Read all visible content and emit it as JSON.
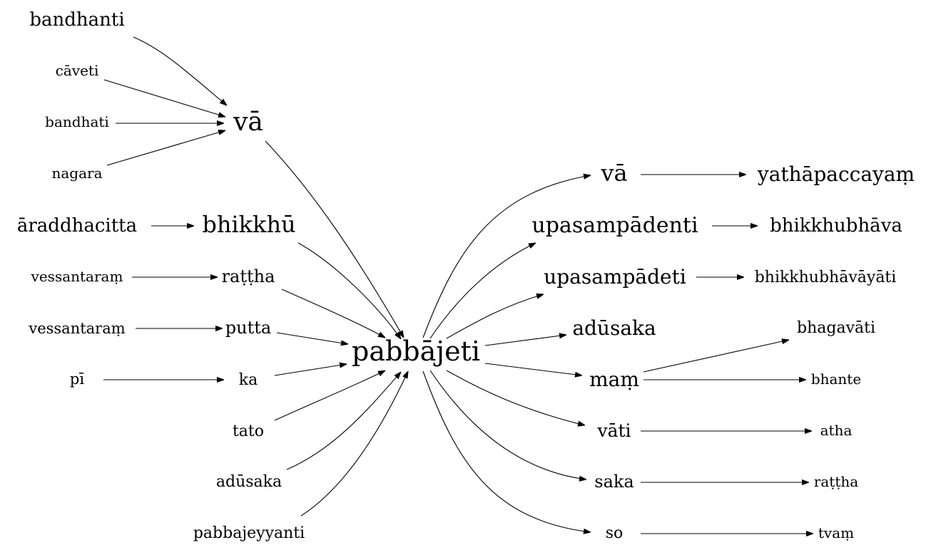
{
  "graph": {
    "root": "pabbājeti",
    "nodes": {
      "bandhanti": "bandhanti",
      "caveti": "cāveti",
      "bandhati": "bandhati",
      "nagara": "nagara",
      "va_left": "vā",
      "araddhacitta": "āraddhacitta",
      "bhikkhu": "bhikkhū",
      "vessantaram_1": "vessantaraṃ",
      "rattha_left": "raṭṭha",
      "vessantaram_2": "vessantaraṃ",
      "putta": "putta",
      "pi": "pī",
      "ka": "ka",
      "tato": "tato",
      "adusaka_left": "adūsaka",
      "pabbajeyyanti": "pabbajeyyanti",
      "pabbajeti": "pabbājeti",
      "va_right": "vā",
      "yathapaccayam": "yathāpaccayaṃ",
      "upasampadenti": "upasampādenti",
      "bhikkhubhava": "bhikkhubhāva",
      "upasampadeti": "upasampādeti",
      "bhikkhubhavayati": "bhikkhubhāvāyāti",
      "adusaka_right": "adūsaka",
      "mam": "maṃ",
      "bhagavati": "bhagavāti",
      "bhante": "bhante",
      "vati": "vāti",
      "atha": "atha",
      "saka": "saka",
      "rattha_right": "raṭṭha",
      "so": "so",
      "tvam": "tvaṃ"
    },
    "edges": [
      [
        "bandhanti",
        "va_left"
      ],
      [
        "caveti",
        "va_left"
      ],
      [
        "bandhati",
        "va_left"
      ],
      [
        "nagara",
        "va_left"
      ],
      [
        "va_left",
        "pabbajeti"
      ],
      [
        "araddhacitta",
        "bhikkhu"
      ],
      [
        "bhikkhu",
        "pabbajeti"
      ],
      [
        "vessantaram_1",
        "rattha_left"
      ],
      [
        "rattha_left",
        "pabbajeti"
      ],
      [
        "vessantaram_2",
        "putta"
      ],
      [
        "putta",
        "pabbajeti"
      ],
      [
        "pi",
        "ka"
      ],
      [
        "ka",
        "pabbajeti"
      ],
      [
        "tato",
        "pabbajeti"
      ],
      [
        "adusaka_left",
        "pabbajeti"
      ],
      [
        "pabbajeyyanti",
        "pabbajeti"
      ],
      [
        "pabbajeti",
        "va_right"
      ],
      [
        "va_right",
        "yathapaccayam"
      ],
      [
        "pabbajeti",
        "upasampadenti"
      ],
      [
        "upasampadenti",
        "bhikkhubhava"
      ],
      [
        "pabbajeti",
        "upasampadeti"
      ],
      [
        "upasampadeti",
        "bhikkhubhavayati"
      ],
      [
        "pabbajeti",
        "adusaka_right"
      ],
      [
        "pabbajeti",
        "mam"
      ],
      [
        "mam",
        "bhagavati"
      ],
      [
        "mam",
        "bhante"
      ],
      [
        "pabbajeti",
        "vati"
      ],
      [
        "vati",
        "atha"
      ],
      [
        "pabbajeti",
        "saka"
      ],
      [
        "saka",
        "rattha_right"
      ],
      [
        "pabbajeti",
        "so"
      ],
      [
        "so",
        "tvam"
      ]
    ]
  }
}
